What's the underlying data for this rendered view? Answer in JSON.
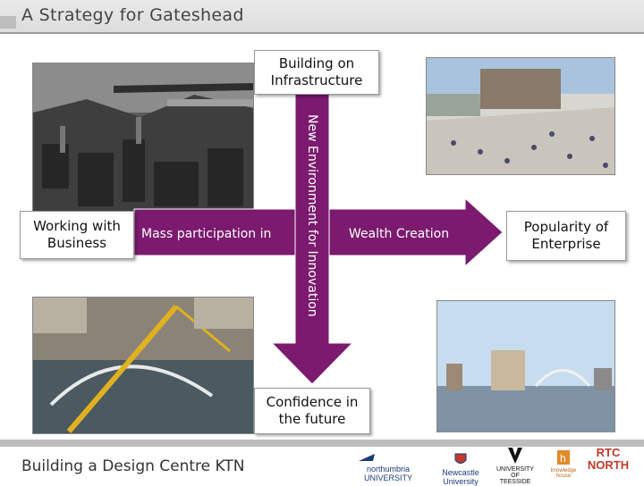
{
  "header": {
    "title": "A Strategy for Gateshead"
  },
  "diagram": {
    "top_box": "Building on Infrastructure",
    "left_box": "Working with Business",
    "right_box": "Popularity of Enterprise",
    "bottom_box": "Confidence in the future",
    "left_arrow_label": "Mass participation in",
    "right_arrow_label": "Wealth Creation",
    "vertical_label": "New Environment for Innovation",
    "arrow_color": "#7b1a6e"
  },
  "footer": {
    "text": "Building a Design Centre KTN",
    "logos": [
      "northumbria UNIVERSITY",
      "Newcastle University",
      "UNIVERSITY OF TEESSIDE",
      "knowledge house",
      "RTC NORTH"
    ]
  }
}
